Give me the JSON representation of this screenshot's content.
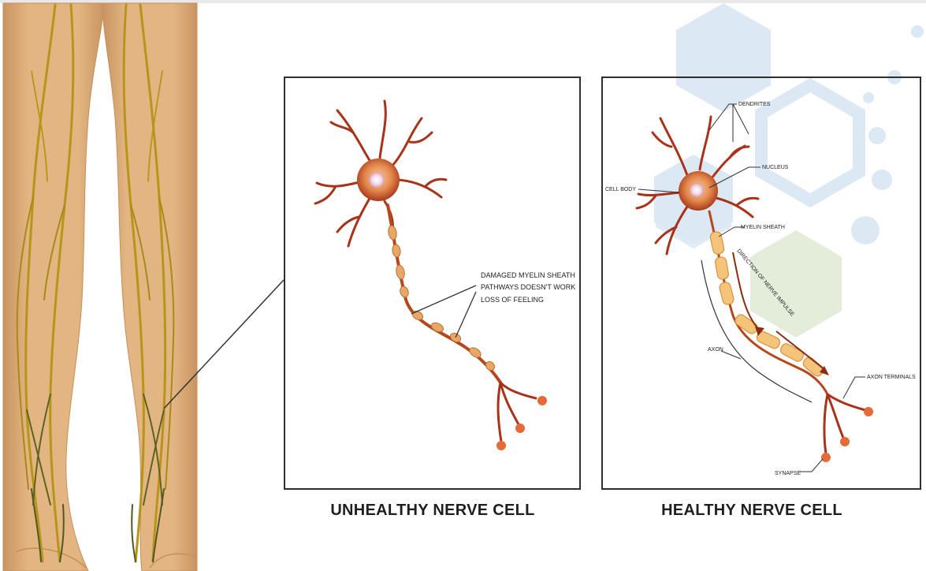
{
  "unhealthy": {
    "caption": "UNHEALTHY NERVE CELL",
    "notes": [
      "DAMAGED MYELIN SHEATH",
      "PATHWAYS DOESN'T WORK",
      "LOSS OF FEELING"
    ]
  },
  "healthy": {
    "caption": "HEALTHY NERVE CELL",
    "labels": {
      "dendrites": "DENDRITES",
      "nucleus": "NUCLEUS",
      "cell_body": "CELL BODY",
      "myelin_sheath": "MYELIN SHEATH",
      "impulse": "DIRECTION OF NERVE IMPULSE",
      "axon": "AXON",
      "axon_terminals": "AXON TERMINALS",
      "synapse": "SYNAPSE"
    }
  },
  "colors": {
    "skin": "#e0b27e",
    "skin_edge": "#c8955e",
    "nerve": "#b79314",
    "nerve_dark": "#4f5a20",
    "neuron": "#9e2a12",
    "neuron_body": "#e78a4f",
    "myelin": "#f1c27a",
    "hex_blue": "#dbe9f4",
    "hex_green": "#e3ecd9"
  }
}
